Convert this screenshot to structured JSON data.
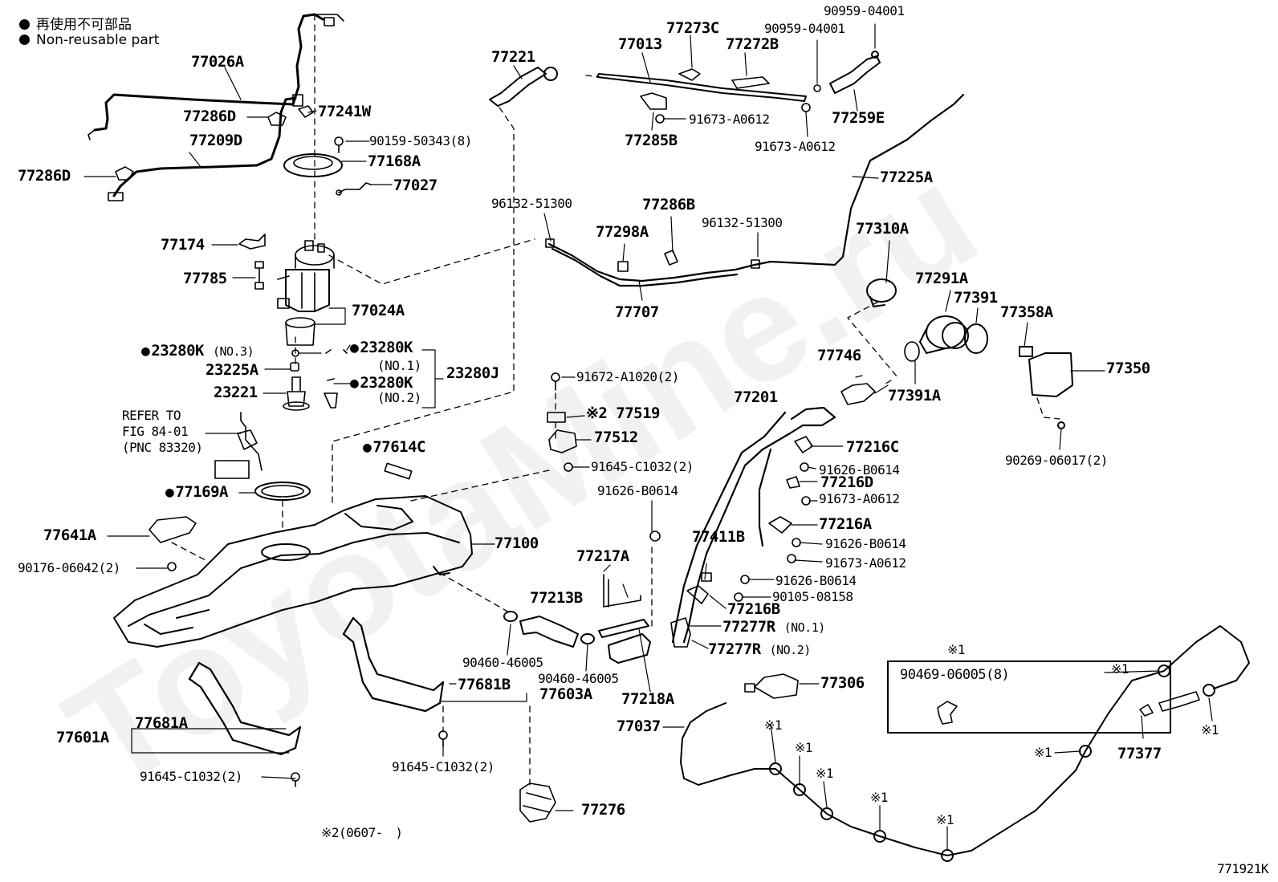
{
  "legend": {
    "non_reusable_jp": "再使用不可部品",
    "non_reusable_en": "Non-reusable part"
  },
  "watermark": "ToyotaMine.ru",
  "figure_id": "771921K",
  "note_2": "※2(0607-　)",
  "inset": {
    "mark": "※1",
    "part": "90469-06005(8)"
  },
  "refer": {
    "line1": "REFER TO",
    "line2": "FIG 84-01",
    "line3": "(PNC 83320)"
  },
  "labels": [
    {
      "t": "77026A"
    },
    {
      "t": "77286D"
    },
    {
      "t": "77241W"
    },
    {
      "t": "77209D"
    },
    {
      "t": "90159-50343(8)"
    },
    {
      "t": "77286D"
    },
    {
      "t": "77168A"
    },
    {
      "t": "77027"
    },
    {
      "t": "77174"
    },
    {
      "t": "77785"
    },
    {
      "t": "77024A"
    },
    {
      "t": "23280K",
      "s": "(NO.3)"
    },
    {
      "t": "23280K"
    },
    {
      "t": "(NO.1)"
    },
    {
      "t": "23225A"
    },
    {
      "t": "23280J"
    },
    {
      "t": "23280K"
    },
    {
      "t": "(NO.2)"
    },
    {
      "t": "23221"
    },
    {
      "t": "77169A"
    },
    {
      "t": "77614C"
    },
    {
      "t": "77641A"
    },
    {
      "t": "90176-06042(2)"
    },
    {
      "t": "77100"
    },
    {
      "t": "77221"
    },
    {
      "t": "77013"
    },
    {
      "t": "77273C"
    },
    {
      "t": "77272B"
    },
    {
      "t": "90959-04001"
    },
    {
      "t": "90959-04001"
    },
    {
      "t": "91673-A0612"
    },
    {
      "t": "77285B"
    },
    {
      "t": "91673-A0612"
    },
    {
      "t": "77259E"
    },
    {
      "t": "77225A"
    },
    {
      "t": "96132-51300"
    },
    {
      "t": "77286B"
    },
    {
      "t": "96132-51300"
    },
    {
      "t": "77298A"
    },
    {
      "t": "77707"
    },
    {
      "t": "77310A"
    },
    {
      "t": "77291A"
    },
    {
      "t": "77391"
    },
    {
      "t": "77358A"
    },
    {
      "t": "77746"
    },
    {
      "t": "77391A"
    },
    {
      "t": "77350"
    },
    {
      "t": "90269-06017(2)"
    },
    {
      "t": "91672-A1020(2)"
    },
    {
      "t": "※2 77519"
    },
    {
      "t": "77512"
    },
    {
      "t": "91645-C1032(2)"
    },
    {
      "t": "77201"
    },
    {
      "t": "77216C"
    },
    {
      "t": "91626-B0614"
    },
    {
      "t": "77216D"
    },
    {
      "t": "91673-A0612"
    },
    {
      "t": "91626-B0614"
    },
    {
      "t": "77216A"
    },
    {
      "t": "91626-B0614"
    },
    {
      "t": "91673-A0612"
    },
    {
      "t": "77411B"
    },
    {
      "t": "77217A"
    },
    {
      "t": "91626-B0614"
    },
    {
      "t": "90105-08158"
    },
    {
      "t": "77216B"
    },
    {
      "t": "77213B"
    },
    {
      "t": "77277R",
      "s": "(NO.1)"
    },
    {
      "t": "77277R",
      "s": "(NO.2)"
    },
    {
      "t": "90460-46005"
    },
    {
      "t": "90460-46005"
    },
    {
      "t": "77218A"
    },
    {
      "t": "77681B"
    },
    {
      "t": "77603A"
    },
    {
      "t": "77306"
    },
    {
      "t": "77037"
    },
    {
      "t": "77681A"
    },
    {
      "t": "77601A"
    },
    {
      "t": "91645-C1032(2)"
    },
    {
      "t": "91645-C1032(2)"
    },
    {
      "t": "77276"
    },
    {
      "t": "77377"
    },
    {
      "t": "※1"
    },
    {
      "t": "※1"
    },
    {
      "t": "※1"
    },
    {
      "t": "※1"
    },
    {
      "t": "※1"
    },
    {
      "t": "※1"
    },
    {
      "t": "※1"
    },
    {
      "t": "※1"
    }
  ]
}
